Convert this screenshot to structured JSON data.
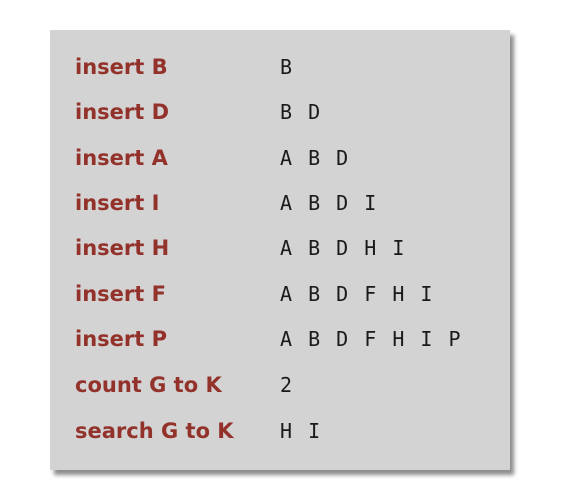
{
  "rows": [
    {
      "op": "insert B",
      "result": "B"
    },
    {
      "op": "insert D",
      "result": "B D"
    },
    {
      "op": "insert A",
      "result": "A B D"
    },
    {
      "op": "insert I",
      "result": "A B D I"
    },
    {
      "op": "insert H",
      "result": "A B D H I"
    },
    {
      "op": "insert F",
      "result": "A B D F H I"
    },
    {
      "op": "insert P",
      "result": "A B D F H I P"
    },
    {
      "op": "count G to K",
      "result": "2"
    },
    {
      "op": "search G to K",
      "result": "H I"
    }
  ],
  "colors": {
    "panel_background": "#d3d3d3",
    "operation_text": "#93322a",
    "result_text": "#1a1a1a"
  }
}
